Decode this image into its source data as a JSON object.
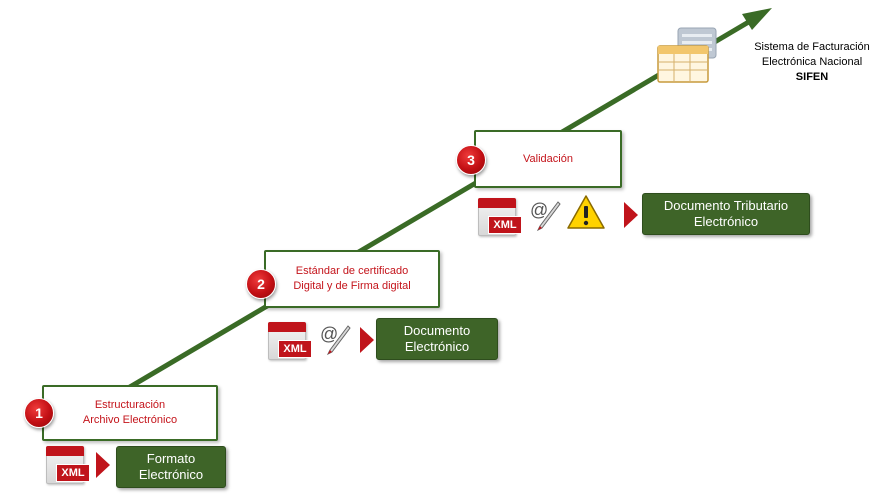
{
  "steps": [
    {
      "number": "1",
      "line1": "Estructuración",
      "line2": "Archivo Electrónico"
    },
    {
      "number": "2",
      "line1": "Estándar de certificado",
      "line2": "Digital y de Firma digital"
    },
    {
      "number": "3",
      "line1": "Validación",
      "line2": ""
    }
  ],
  "outputs": [
    {
      "line1": "Formato",
      "line2": "Electrónico"
    },
    {
      "line1": "Documento",
      "line2": "Electrónico"
    },
    {
      "line1": "Documento Tributario",
      "line2": "Electrónico"
    }
  ],
  "icons": {
    "xml_label": "XML",
    "signature_symbol": "@"
  },
  "destination": {
    "line1": "Sistema de Facturación",
    "line2": "Electrónica Nacional",
    "line3": "SIFEN"
  },
  "colors": {
    "path_green": "#3a6b26",
    "step_text_red": "#c4141b",
    "output_box_green": "#3e6428",
    "badge_red": "#c20f14"
  }
}
